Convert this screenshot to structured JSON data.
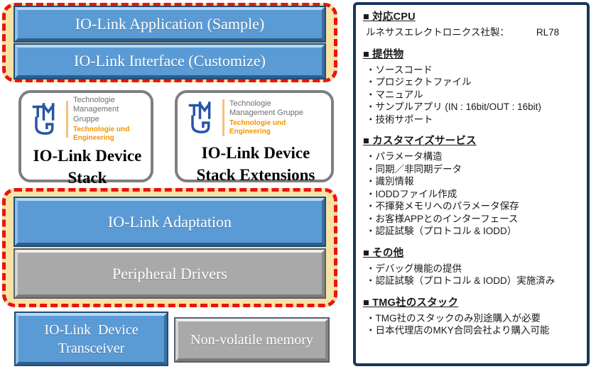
{
  "diagram": {
    "top_group": {
      "boxes": [
        {
          "label": "IO-Link Application (Sample)"
        },
        {
          "label": "IO-Link Interface (Customize)"
        }
      ]
    },
    "tmg_logo": {
      "line1": "Technologie",
      "line2": "Management Gruppe",
      "line3": "Technologie und Engineering"
    },
    "stack_boxes": [
      {
        "title_line1": "IO-Link Device",
        "title_line2": "Stack"
      },
      {
        "title_line1": "IO-Link Device",
        "title_line2": "Stack Extensions"
      }
    ],
    "bottom_group": {
      "boxes": [
        {
          "label": "IO-Link Adaptation"
        },
        {
          "label": "Peripheral Drivers"
        }
      ]
    },
    "hw_boxes": {
      "transceiver_line1": "IO-Link  Device",
      "transceiver_line2": "Transceiver",
      "memory_label": "Non-volatile memory"
    }
  },
  "info_panel": {
    "sections": [
      {
        "heading": "■ 対応CPU",
        "items": [
          {
            "label": "ルネサスエレクトロニクス社製：",
            "value": "RL78"
          }
        ]
      },
      {
        "heading": "■ 提供物",
        "items": [
          "・ソースコード",
          "・プロジェクトファイル",
          "・マニュアル",
          "・サンプルアプリ (IN : 16bit/OUT : 16bit)",
          "・技術サポート"
        ]
      },
      {
        "heading": "■ カスタマイズサービス",
        "items": [
          "・パラメータ構造",
          "・同期／非同期データ",
          "・識別情報",
          "・IODDファイル作成",
          "・不揮発メモリへのパラメータ保存",
          "・お客様APPとのインターフェース",
          "・認証試験（プロトコル & IODD）"
        ]
      },
      {
        "heading": "■ その他",
        "items": [
          "・デバッグ機能の提供",
          "・認証試験（プロトコル & IODD）実施済み"
        ]
      },
      {
        "heading": "■ TMG社のスタック",
        "items": [
          "・TMG社のスタックのみ別途購入が必要",
          "・日本代理店のMKY合同会社より購入可能"
        ]
      }
    ]
  },
  "colors": {
    "box_blue": "#5B9BD5",
    "box_gray": "#A9A9A9",
    "group_cream": "#F8E2A6",
    "dashed_red": "#E8140F",
    "panel_border": "#17365D",
    "tmg_blue": "#2656A5",
    "tmg_orange": "#F29400"
  }
}
